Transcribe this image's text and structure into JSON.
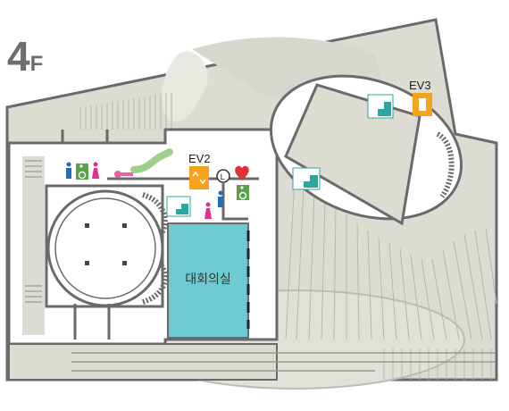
{
  "floor": {
    "number": "4",
    "suffix": "F"
  },
  "rooms": {
    "conference_hall": "대회의실"
  },
  "elevators": {
    "ev2": "EV2",
    "ev3": "EV3"
  },
  "icons": {
    "toilet_male": "toilet-male-icon",
    "toilet_female": "toilet-female-icon",
    "accessible": "wheelchair-icon",
    "lift": "elevator-icon",
    "escalator": "escalator-icon",
    "stairs": "stairs-icon",
    "defibrillator": "aed-icon",
    "locker": "locker-icon",
    "pink_key": "key-icon",
    "green_tube": "slide-icon"
  },
  "colors": {
    "building_fill": "#dddcd3",
    "outline": "#6a6a6a",
    "conference_room": "#6ccbd1",
    "elevator": "#f6a21d",
    "wheelchair_bg": "#5aa14a",
    "male": "#1f6fba",
    "female": "#e0308a",
    "escalator": "#2aa7a0",
    "aed": "#e0303a",
    "floor_label": "#6e6e6e"
  }
}
